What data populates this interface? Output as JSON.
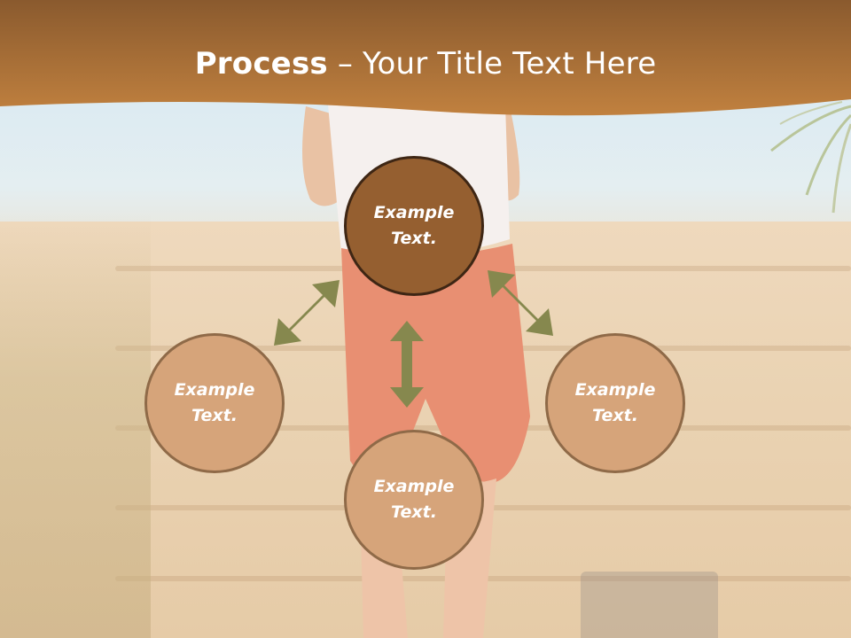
{
  "slide": {
    "title_bold": "Process",
    "title_rest": " – Your Title Text Here"
  },
  "nodes": {
    "center": {
      "label": "Example\nText.",
      "line1": "Example",
      "line2": "Text."
    },
    "left": {
      "line1": "Example",
      "line2": "Text."
    },
    "right": {
      "line1": "Example",
      "line2": "Text."
    },
    "bottom": {
      "line1": "Example",
      "line2": "Text."
    }
  },
  "colors": {
    "header": "#b8773a",
    "center_fill": "#955f30",
    "outer_fill": "#d6a47a",
    "arrow": "#86884e"
  },
  "icons": {
    "arrow_left": "double-headed-arrow",
    "arrow_right": "double-headed-arrow",
    "arrow_down": "double-headed-arrow"
  }
}
